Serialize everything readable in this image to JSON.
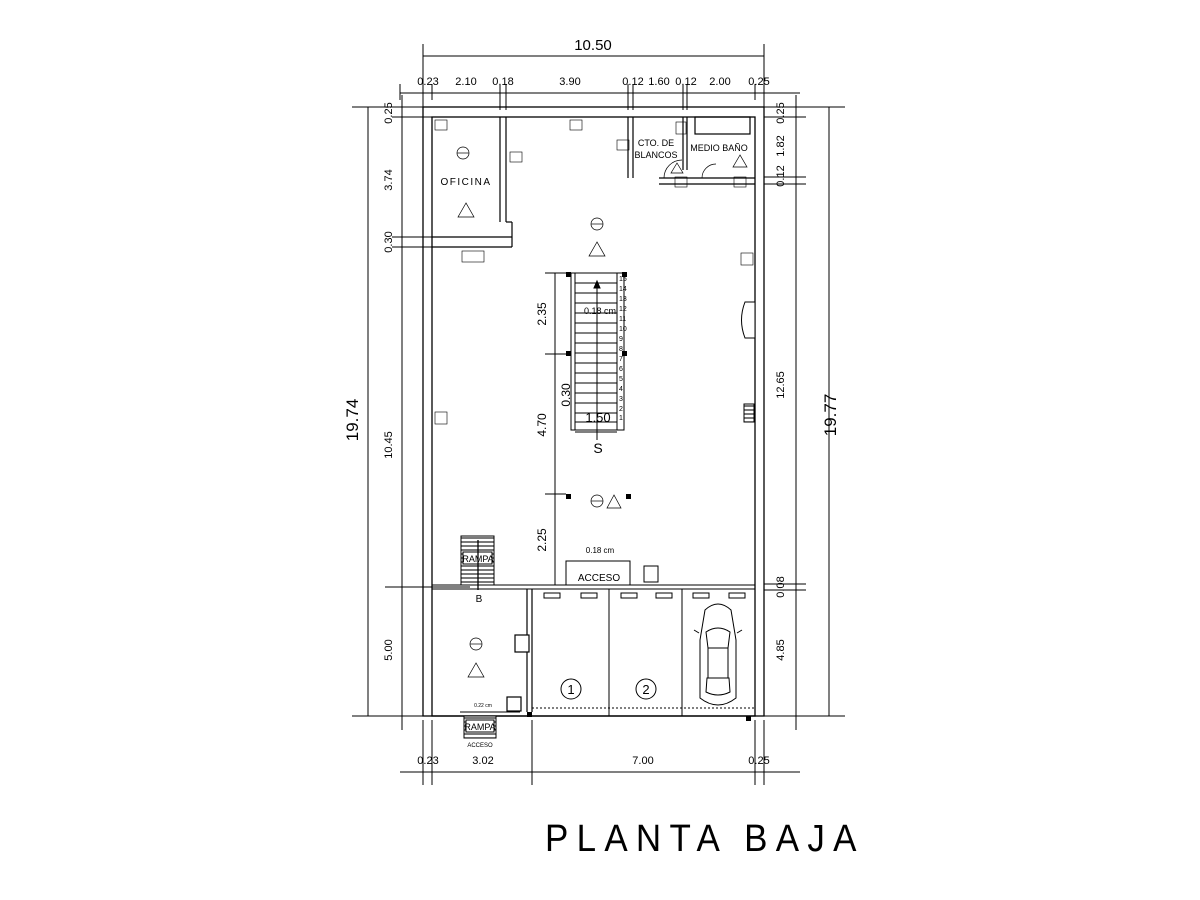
{
  "title": "PLANTA BAJA",
  "dimensions": {
    "top_total": "10.50",
    "top_parts": [
      "0.23",
      "2.10",
      "0.18",
      "3.90",
      "0.12",
      "1.60",
      "0.12",
      "2.00",
      "0.25"
    ],
    "bottom_parts": [
      "0.23",
      "3.02",
      "7.00",
      "0.25"
    ],
    "left_total": "19.74",
    "left_parts": [
      "0.25",
      "3.74",
      "0.30",
      "10.45",
      "5.00"
    ],
    "right_total": "19.77",
    "right_parts": [
      "0.25",
      "1.82",
      "0.12",
      "12.65",
      "0.08",
      "4.85"
    ],
    "stair_left": [
      "2.35",
      "4.70",
      "2.25"
    ],
    "stair_width": "1.50",
    "stair_landing": "0.30"
  },
  "rooms": {
    "oficina": "OFICINA",
    "cto_blancos_line1": "CTO. DE",
    "cto_blancos_line2": "BLANCOS",
    "medio_bano": "MEDIO BAÑO"
  },
  "stair": {
    "steps": [
      "15",
      "14",
      "13",
      "12",
      "11",
      "10",
      "9",
      "8",
      "7",
      "6",
      "5",
      "4",
      "3",
      "2",
      "1"
    ],
    "riser": "0.18 cm",
    "start": "S"
  },
  "access": {
    "level_note": "0.18 cm",
    "acceso_main": "ACCESO",
    "rampa_top": "RAMPA",
    "rampa_top_mark": "B",
    "rampa_bottom": "RAMPA",
    "acceso_bottom": "ACCESO",
    "rampa_bottom_note": "0.22 cm"
  },
  "parking": {
    "spaces": [
      "1",
      "2"
    ]
  }
}
